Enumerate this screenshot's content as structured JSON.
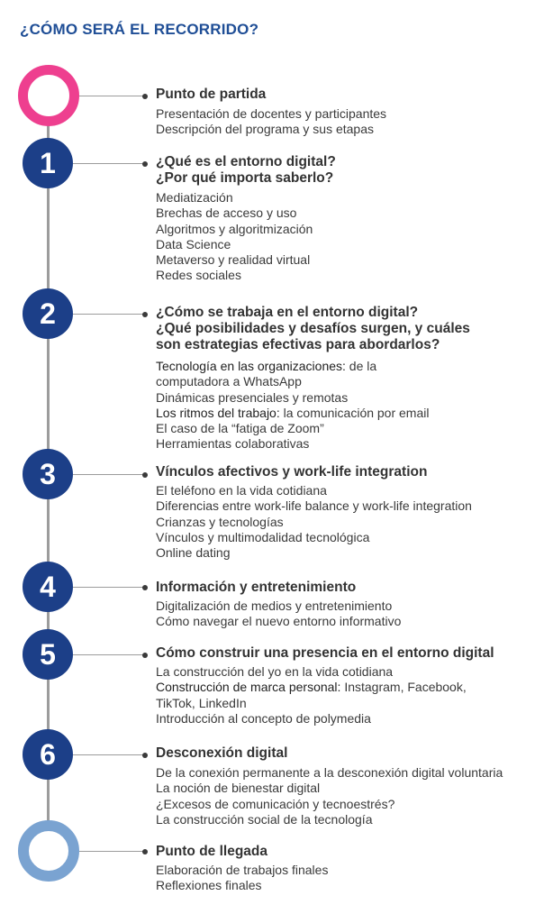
{
  "header": {
    "title": "¿CÓMO SERÁ EL RECORRIDO?"
  },
  "colors": {
    "title": "#1f4e96",
    "number_circle": "#1c3f88",
    "start_ring": "#ee3f8f",
    "end_ring": "#7aa3d1",
    "line": "#9c9c9c"
  },
  "stages": [
    {
      "marker": "",
      "title_lines": [
        "Punto de partida"
      ],
      "lines": [
        "Presentación de docentes y participantes",
        "Descripción del programa y sus etapas"
      ]
    },
    {
      "marker": "1",
      "title_lines": [
        "¿Qué es el entorno digital?",
        "¿Por qué importa saberlo?"
      ],
      "lines": [
        "Mediatización",
        "Brechas de acceso y uso",
        "Algoritmos y algoritmización",
        "Data Science",
        "Metaverso y realidad virtual",
        "Redes sociales"
      ]
    },
    {
      "marker": "2",
      "title_lines": [
        "¿Cómo se trabaja en el entorno digital?",
        "¿Qué posibilidades y desafíos surgen, y cuáles",
        "son estrategias efectivas para abordarlos?"
      ],
      "lines": [
        "Tecnología en las organizaciones: de la",
        "computadora a WhatsApp",
        "Dinámicas presenciales y remotas",
        "Los ritmos del trabajo: la comunicación por email",
        "El caso de la “fatiga de Zoom”",
        "Herramientas colaborativas"
      ]
    },
    {
      "marker": "3",
      "title_lines": [
        "Vínculos afectivos y work-life integration"
      ],
      "lines": [
        "El teléfono en la vida cotidiana",
        "Diferencias entre work-life balance y work-life integration",
        "Crianzas y tecnologías",
        "Vínculos y multimodalidad tecnológica",
        "Online dating"
      ]
    },
    {
      "marker": "4",
      "title_lines": [
        "Información y entretenimiento"
      ],
      "lines": [
        "Digitalización de medios y entretenimiento",
        "Cómo navegar el nuevo entorno informativo"
      ]
    },
    {
      "marker": "5",
      "title_lines": [
        "Cómo construir una presencia en el entorno digital"
      ],
      "lines": [
        "La construcción del yo en la vida cotidiana",
        "Construcción de marca personal: Instagram, Facebook,",
        "TikTok, LinkedIn",
        "Introducción al concepto de polymedia"
      ]
    },
    {
      "marker": "6",
      "title_lines": [
        "Desconexión digital"
      ],
      "lines": [
        "De la conexión permanente a la desconexión digital voluntaria",
        "La noción de bienestar digital",
        "¿Excesos de comunicación y tecnoestrés?",
        "La construcción social de la tecnología"
      ]
    },
    {
      "marker": "",
      "title_lines": [
        "Punto de llegada"
      ],
      "lines": [
        "Elaboración de trabajos finales",
        "Reflexiones finales"
      ]
    }
  ]
}
